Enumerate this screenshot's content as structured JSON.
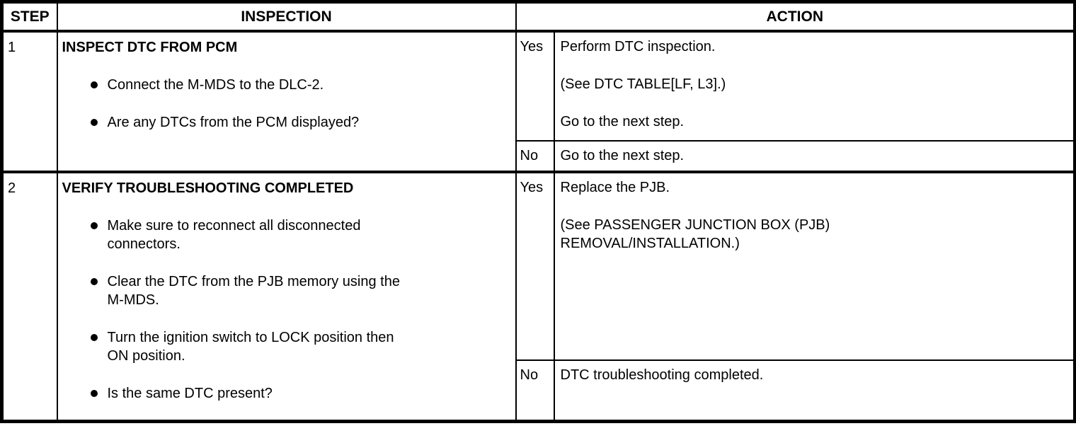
{
  "table": {
    "bullet_glyph": "●",
    "colors": {
      "border": "#000000",
      "text": "#000000",
      "background": "#ffffff"
    },
    "headers": {
      "step": "STEP",
      "inspection": "INSPECTION",
      "action": "ACTION"
    },
    "rows": [
      {
        "step": "1",
        "title": "INSPECT DTC FROM PCM",
        "bullets": [
          "Connect the M-MDS to the DLC-2.",
          "Are any DTCs from the PCM displayed?"
        ],
        "yes": {
          "label": "Yes",
          "lines": [
            "Perform DTC inspection.",
            "(See DTC TABLE[LF, L3].)",
            "Go to the next step."
          ]
        },
        "no": {
          "label": "No",
          "lines": [
            "Go to the next step."
          ]
        }
      },
      {
        "step": "2",
        "title": "VERIFY TROUBLESHOOTING COMPLETED",
        "bullets": [
          "Make sure to reconnect all disconnected\nconnectors.",
          "Clear the DTC from the PJB memory using the\nM-MDS.",
          "Turn the ignition switch to LOCK position then\nON position.",
          "Is the same DTC present?"
        ],
        "yes": {
          "label": "Yes",
          "lines": [
            "Replace the PJB.",
            "(See PASSENGER JUNCTION BOX (PJB)\nREMOVAL/INSTALLATION.)"
          ]
        },
        "no": {
          "label": "No",
          "lines": [
            "DTC troubleshooting completed."
          ]
        }
      }
    ]
  }
}
